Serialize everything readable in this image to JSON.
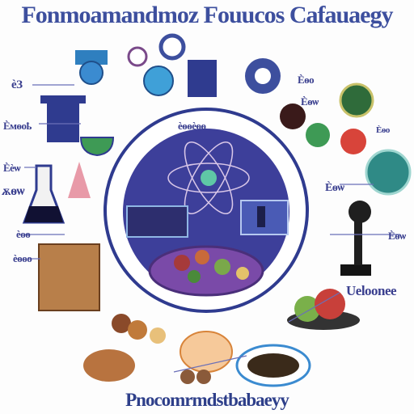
{
  "title": "Fonmoamandmoz Fouucos Cafauaegy",
  "caption": "Pnocomrmdstbabaeyy",
  "labels": {
    "left_1": "ѐЗ",
    "left_2": "Ѐмѳоҍ",
    "left_3": "Ѐѐѡ",
    "left_4": "ѫѳѡ",
    "left_5": "ѐѳѳ",
    "left_6": "ѐѳѳо",
    "center_top": "ѐѳѳѐѳѳ",
    "right_1": "Ѐѳо",
    "right_2": "Ѐѳѡ",
    "right_3": "Ѐѳѡ",
    "right_4": "Ѐѳѡ",
    "right_5": "Ѐѳо",
    "right_bottom": "Ueloonee"
  },
  "colors": {
    "navy": "#2f3b8f",
    "purple": "#5b4aa6",
    "teal": "#3fa7a8",
    "blue": "#3b8bd0",
    "orange": "#e8a05a",
    "red": "#d8443a",
    "green": "#3e9a55"
  }
}
